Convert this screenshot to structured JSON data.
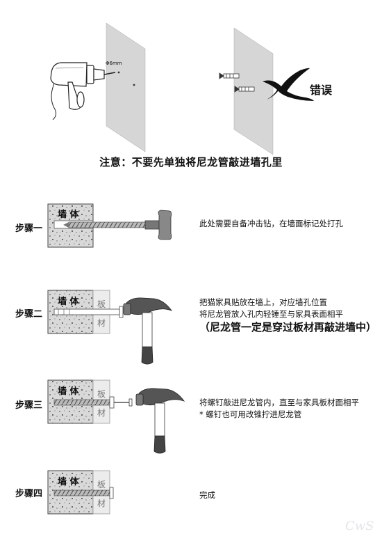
{
  "top": {
    "drill_size_label": "Φ6mm",
    "wrong_label": "错误",
    "note": "注意：不要先单独将尼龙管敲进墙孔里"
  },
  "labels": {
    "wall": "墙 体",
    "board_top": "板",
    "board_bottom": "材"
  },
  "steps": [
    {
      "label": "步骤一",
      "lines": [
        "此处需要自备冲击钻，在墙面标记处打孔"
      ],
      "emphasis": ""
    },
    {
      "label": "步骤二",
      "lines": [
        "把猫家具贴放在墙上，对应墙孔位置",
        "将尼龙管放入孔内轻锤至与家具表面相平"
      ],
      "emphasis": "（尼龙管一定是穿过板材再敲进墙中）"
    },
    {
      "label": "步骤三",
      "lines": [
        "将螺钉敲进尼龙管内，直至与家具板材面相平",
        "* 螺钉也可用改锥拧进尼龙管"
      ],
      "emphasis": ""
    },
    {
      "label": "步骤四",
      "lines": [
        "完成"
      ],
      "emphasis": ""
    }
  ],
  "watermark": "CwS",
  "colors": {
    "wall_panel": "#d6d6d6",
    "concrete": "#d9d9d9",
    "text": "#111111"
  }
}
